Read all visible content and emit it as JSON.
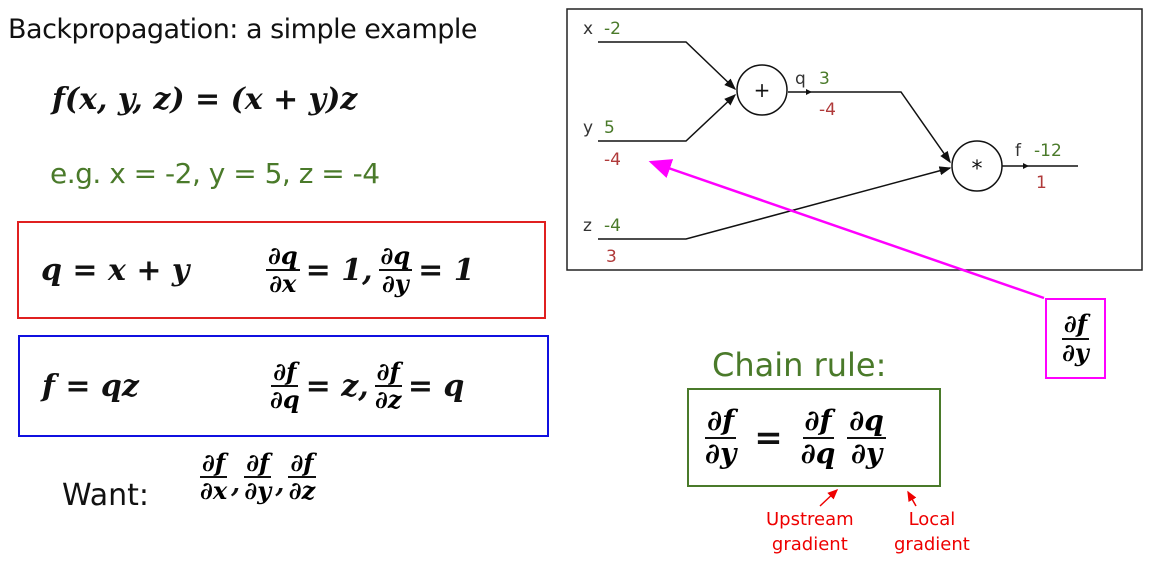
{
  "title": "Backpropagation: a simple example",
  "function": "f(x, y, z) = (x + y)z",
  "example": "e.g. x = -2, y = 5, z = -4",
  "box_q": {
    "lhs": "q = x + y",
    "d1": {
      "num": "∂q",
      "den": "∂x"
    },
    "v1": "= 1,",
    "d2": {
      "num": "∂q",
      "den": "∂y"
    },
    "v2": "= 1"
  },
  "box_f": {
    "lhs": "f = qz",
    "d1": {
      "num": "∂f",
      "den": "∂q"
    },
    "v1": "= z,",
    "d2": {
      "num": "∂f",
      "den": "∂z"
    },
    "v2": "= q"
  },
  "want": {
    "label": "Want:",
    "items": [
      {
        "num": "∂f",
        "den": "∂x"
      },
      {
        "num": "∂f",
        "den": "∂y"
      },
      {
        "num": "∂f",
        "den": "∂z"
      }
    ],
    "sep": ","
  },
  "graph": {
    "x": {
      "name": "x",
      "value": "-2"
    },
    "y": {
      "name": "y",
      "value": "5",
      "grad": "-4"
    },
    "z": {
      "name": "z",
      "value": "-4",
      "grad": "3"
    },
    "q": {
      "name": "q",
      "value": "3",
      "grad": "-4"
    },
    "f": {
      "name": "f",
      "value": "-12",
      "grad": "1"
    },
    "add_op": "+",
    "mul_op": "*"
  },
  "callout": {
    "num": "∂f",
    "den": "∂y"
  },
  "chain_rule": {
    "label": "Chain rule:",
    "lhs": {
      "num": "∂f",
      "den": "∂y"
    },
    "eq": "=",
    "t1": {
      "num": "∂f",
      "den": "∂q"
    },
    "t2": {
      "num": "∂q",
      "den": "∂y"
    },
    "upstream": [
      "Upstream",
      "gradient"
    ],
    "local": [
      "Local",
      "gradient"
    ]
  },
  "colors": {
    "green": "#4a7a2a",
    "red": "#b03a3a",
    "magenta": "#ff00ff",
    "box_red": "#e02020",
    "box_blue": "#1010e0"
  }
}
